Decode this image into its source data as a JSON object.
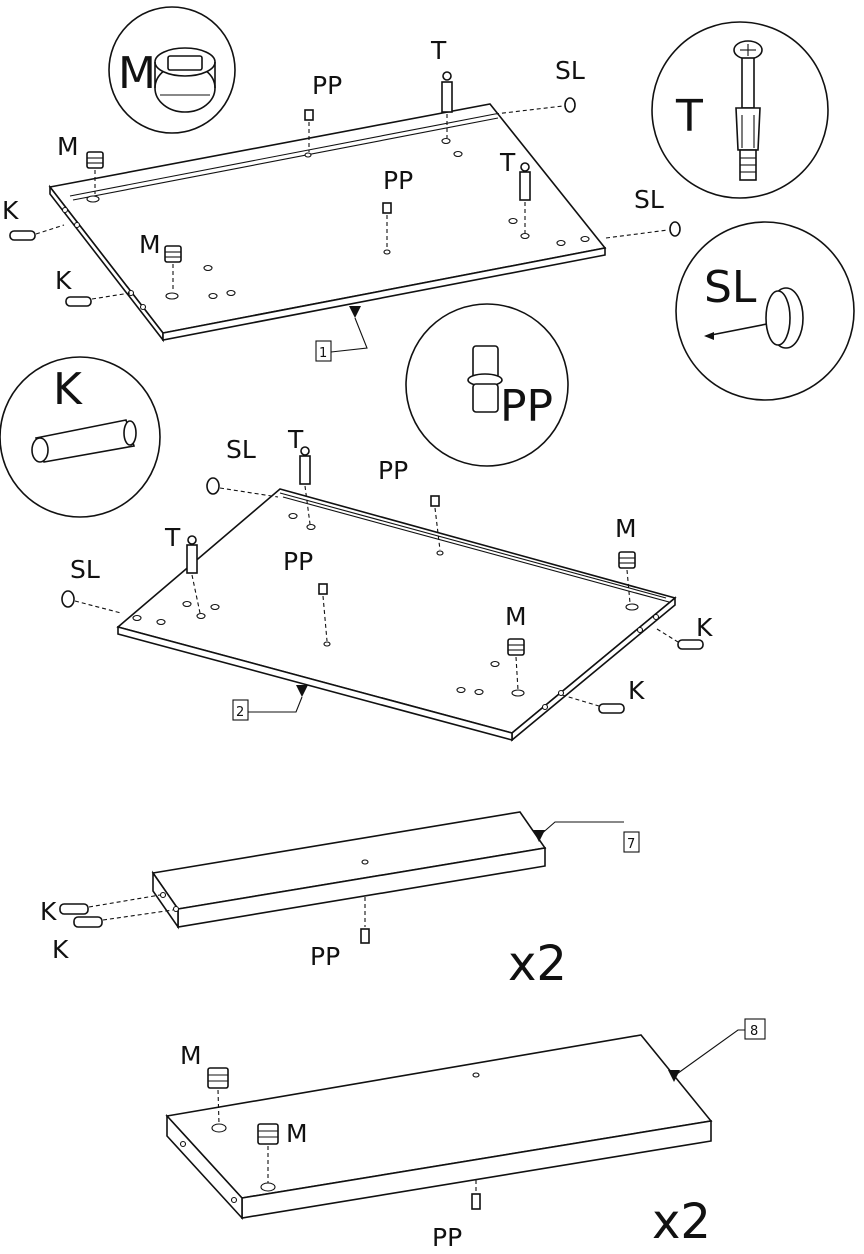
{
  "labels": {
    "m": "M",
    "t": "T",
    "sl": "SL",
    "k": "K",
    "pp": "PP"
  },
  "parts": {
    "p1": "1",
    "p2": "2",
    "p7": "7",
    "p8": "8"
  },
  "multipliers": {
    "p7": "x2",
    "p8": "x2"
  },
  "callouts": {
    "m": "M",
    "t": "T",
    "sl": "SL",
    "k": "K",
    "pp": "PP"
  }
}
